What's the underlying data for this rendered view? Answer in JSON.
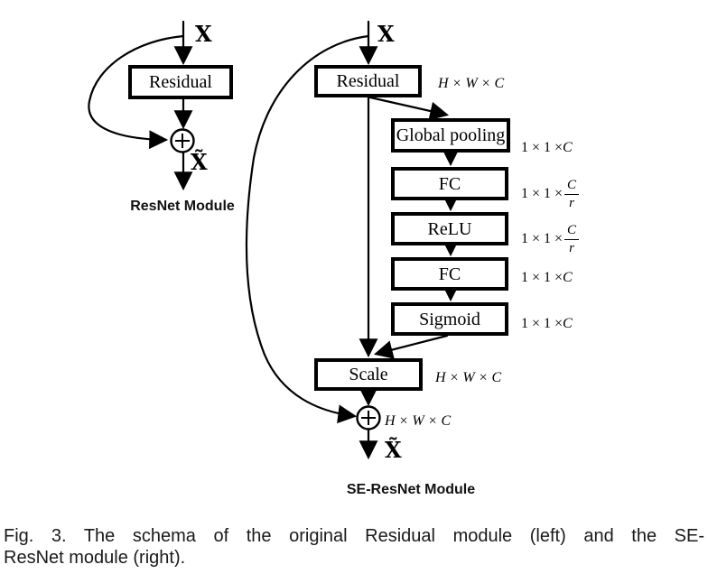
{
  "figure": {
    "left": {
      "input_label": "X",
      "residual_box": "Residual",
      "output_label": "X̃",
      "module_label": "ResNet Module"
    },
    "right": {
      "input_label": "X",
      "residual_box": "Residual",
      "pool_box": "Global pooling",
      "fc1_box": "FC",
      "relu_box": "ReLU",
      "fc2_box": "FC",
      "sigmoid_box": "Sigmoid",
      "scale_box": "Scale",
      "output_label": "X̃",
      "module_label": "SE-ResNet Module"
    },
    "dims": {
      "residual": {
        "it": "H × W × C"
      },
      "pool": {
        "plain": "1 × 1 × ",
        "it": "C"
      },
      "fc1": {
        "plain": "1 × 1 × ",
        "num": "C",
        "den": "r"
      },
      "relu": {
        "plain": "1 × 1 × ",
        "num": "C",
        "den": "r"
      },
      "fc2": {
        "plain": "1 × 1 × ",
        "it": "C"
      },
      "sigmoid": {
        "plain": "1 × 1 × ",
        "it": "C"
      },
      "scale": {
        "it": "H × W × C"
      },
      "sum": {
        "it": "H × W × C"
      }
    },
    "colors": {
      "ink": "#000000",
      "background": "#ffffff"
    }
  },
  "caption": {
    "line1": "Fig. 3. The schema of the original Residual module (left) and the SE-",
    "line2": "ResNet module (right)."
  }
}
